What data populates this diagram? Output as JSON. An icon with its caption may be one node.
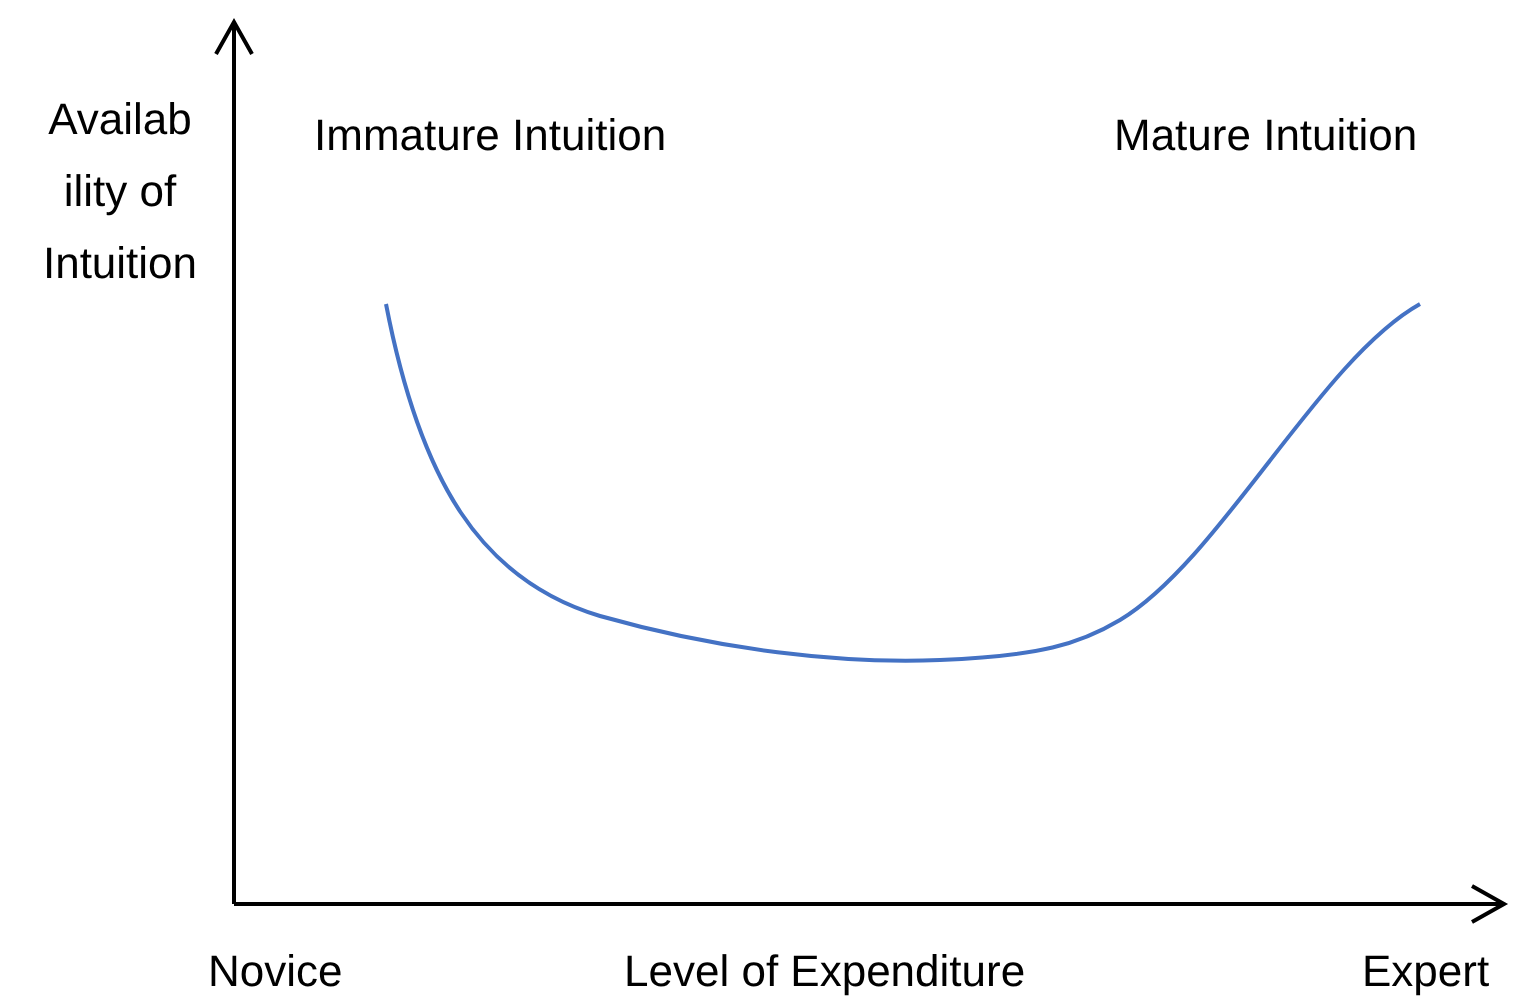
{
  "diagram": {
    "labels": [
      "Availab ility of Intuition",
      "Immature Intuition",
      "Mature Intuition",
      "Novice",
      "Level of Expenditure",
      "Expert"
    ]
  }
}
